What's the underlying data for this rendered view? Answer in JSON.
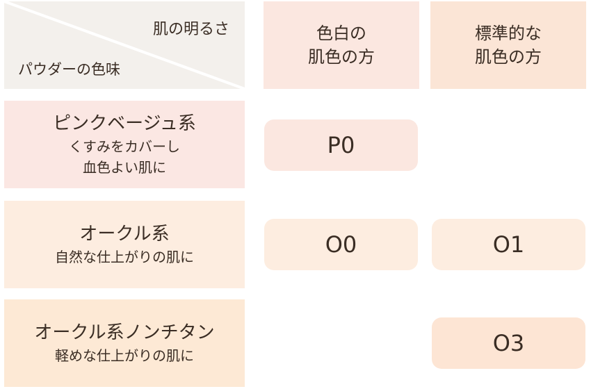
{
  "corner": {
    "top_label": "肌の明るさ",
    "bottom_label": "パウダーの色味"
  },
  "columns": [
    {
      "line1": "色白の",
      "line2": "肌色の方"
    },
    {
      "line1": "標準的な",
      "line2": "肌色の方"
    }
  ],
  "rows": [
    {
      "title": "ピンクベージュ系",
      "sub1": "くすみをカバーし",
      "sub2": "血色よい肌に"
    },
    {
      "title": "オークル系",
      "sub1": "自然な仕上がりの肌に"
    },
    {
      "title": "オークル系ノンチタン",
      "sub1": "軽めな仕上がりの肌に"
    }
  ],
  "shades": {
    "p0": "P0",
    "o0": "O0",
    "o1": "O1",
    "o3": "O3"
  },
  "colors": {
    "corner_bg": "#f3f0ec",
    "pink": "#fbe7e0",
    "ochre": "#fdede0",
    "ochre_nochitan": "#fde9d5",
    "text": "#3a2d24"
  }
}
